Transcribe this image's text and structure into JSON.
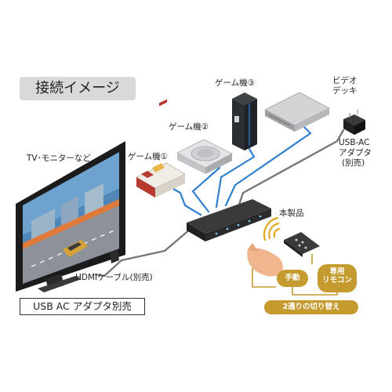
{
  "title": "接続イメージ",
  "labels": {
    "tv": "TV･モニターなど",
    "game1": "ゲーム機①",
    "game2": "ゲーム機②",
    "game3": "ゲーム機③",
    "video_line1": "ビデオ",
    "video_line2": "デッキ",
    "usb_line1": "USB-AC",
    "usb_line2": "アダプタ",
    "usb_line3": "(別売)",
    "product": "本製品",
    "hdmi_cable": "HDMIケーブル(別売)"
  },
  "note": "USB AC アダプタ別売",
  "badges": {
    "manual": "手動",
    "remote_line1": "専用",
    "remote_line2": "リモコン",
    "switch_mode": "2通りの切り替え"
  },
  "colors": {
    "cable_blue": "#2f7fd0",
    "cable_gray": "#777777",
    "gold": "#c59a2e",
    "device_dark": "#2a2a2a"
  }
}
